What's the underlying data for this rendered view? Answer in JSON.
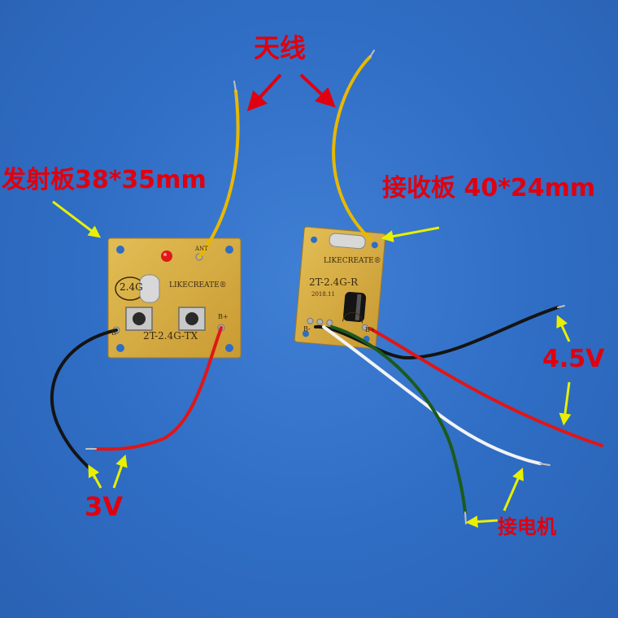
{
  "labels": {
    "antenna": "天线",
    "transmitter": "发射板38*35mm",
    "receiver": "接收板 40*24mm",
    "voltage_rx": "4.5V",
    "voltage_tx": "3V",
    "motor": "接电机"
  },
  "transmitter_board": {
    "logo": "LIKECREATE®",
    "model": "2T-2.4G-TX",
    "frequency": "2.4G",
    "antenna_pad": "ANT",
    "b_minus": "B-",
    "b_plus": "B+"
  },
  "receiver_board": {
    "logo": "LIKECREATE®",
    "model": "2T-2.4G-R",
    "date": "2018.11",
    "b_minus": "B-",
    "b_plus": "B+"
  },
  "colors": {
    "background": "#3274c8",
    "label_text": "#e0000f",
    "arrow": "#e8f000",
    "pcb": "#d9b24a",
    "antenna_wire": "#e8b800"
  }
}
